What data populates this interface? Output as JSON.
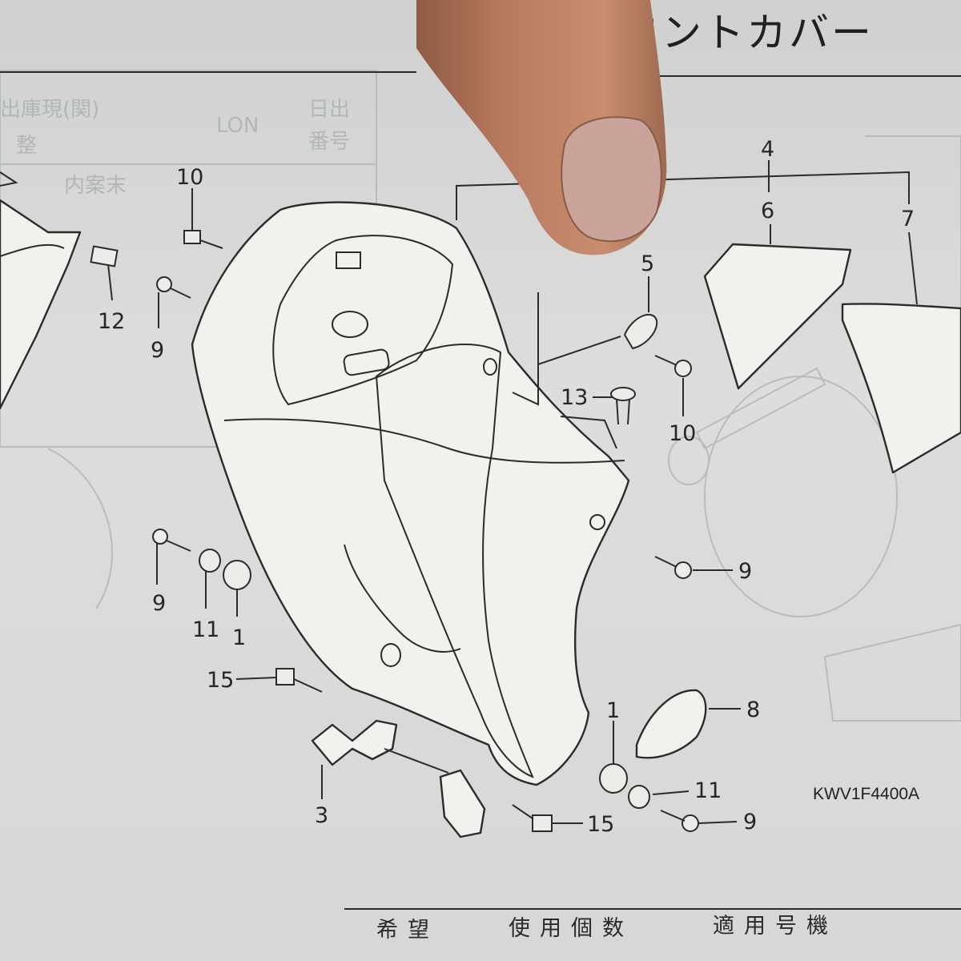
{
  "header": {
    "title_fragment": "フロントカバー",
    "column_labels": [
      "希望",
      "使用個数",
      "適用号機"
    ]
  },
  "background_ghost_text": {
    "kanji_1": "出庫現(関)",
    "kanji_2": "整",
    "kanji_3": "内案末",
    "latin": "LON",
    "kanji_4": "日出",
    "kanji_5": "番号"
  },
  "callouts": [
    {
      "id": "c1a",
      "text": "1"
    },
    {
      "id": "c1b",
      "text": "1"
    },
    {
      "id": "c3",
      "text": "3"
    },
    {
      "id": "c4",
      "text": "4"
    },
    {
      "id": "c5",
      "text": "5"
    },
    {
      "id": "c6",
      "text": "6"
    },
    {
      "id": "c7",
      "text": "7"
    },
    {
      "id": "c8",
      "text": "8"
    },
    {
      "id": "c9a",
      "text": "9"
    },
    {
      "id": "c9b",
      "text": "9"
    },
    {
      "id": "c9c",
      "text": "9"
    },
    {
      "id": "c9d",
      "text": "9"
    },
    {
      "id": "c10a",
      "text": "10"
    },
    {
      "id": "c10b",
      "text": "10"
    },
    {
      "id": "c11a",
      "text": "11"
    },
    {
      "id": "c11b",
      "text": "11"
    },
    {
      "id": "c12",
      "text": "12"
    },
    {
      "id": "c13",
      "text": "13"
    },
    {
      "id": "c15a",
      "text": "15"
    },
    {
      "id": "c15b",
      "text": "15"
    }
  ],
  "diagram_code": "KWV1F4400A",
  "colors": {
    "paper": "#d6d8d7",
    "ink": "#262626",
    "ghost_ink": "#b3b6b6",
    "part_fill": "#f1f1ee",
    "finger_skin": "#b77a5e"
  }
}
